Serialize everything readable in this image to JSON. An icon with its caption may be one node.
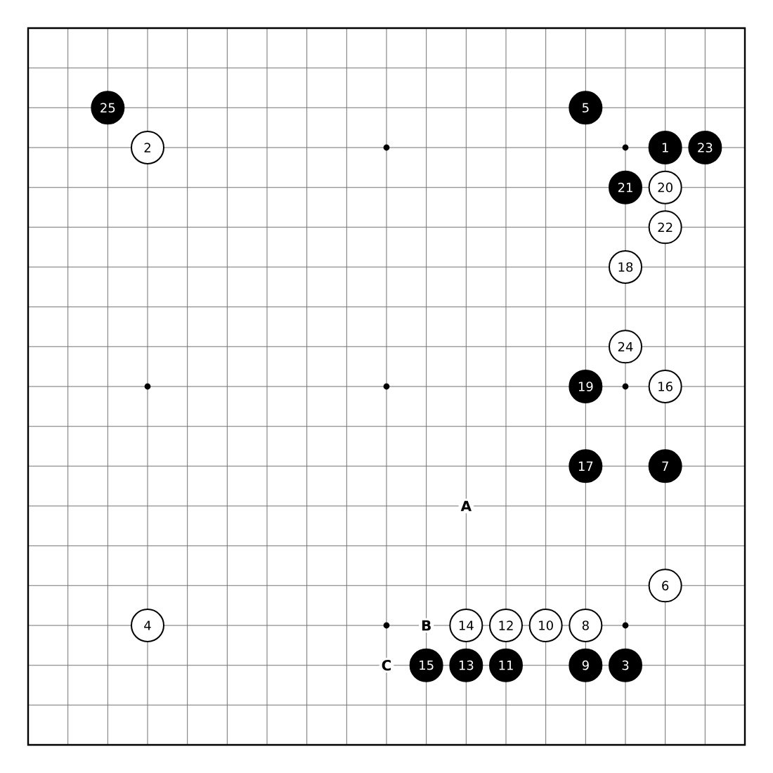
{
  "diagram": {
    "nodes": [
      {
        "text": [
          "25"
        ]
      },
      {
        "text": [
          "5"
        ]
      },
      {
        "text": [
          "2"
        ]
      },
      {
        "text": [
          "1"
        ]
      },
      {
        "text": [
          "23"
        ]
      },
      {
        "text": [
          "21"
        ]
      },
      {
        "text": [
          "20"
        ]
      },
      {
        "text": [
          "22"
        ]
      },
      {
        "text": [
          "18"
        ]
      },
      {
        "text": [
          "24"
        ]
      },
      {
        "text": [
          "19"
        ]
      },
      {
        "text": [
          "16"
        ]
      },
      {
        "text": [
          "17"
        ]
      },
      {
        "text": [
          "7"
        ]
      },
      {
        "text": [
          "6"
        ]
      },
      {
        "text": [
          "4"
        ]
      },
      {
        "text": [
          "14"
        ]
      },
      {
        "text": [
          "12"
        ]
      },
      {
        "text": [
          "10"
        ]
      },
      {
        "text": [
          "8"
        ]
      },
      {
        "text": [
          "15"
        ]
      },
      {
        "text": [
          "13"
        ]
      },
      {
        "text": [
          "11"
        ]
      },
      {
        "text": [
          "9"
        ]
      },
      {
        "text": [
          "3"
        ]
      }
    ],
    "labels": [
      "A",
      "B",
      "C"
    ]
  }
}
